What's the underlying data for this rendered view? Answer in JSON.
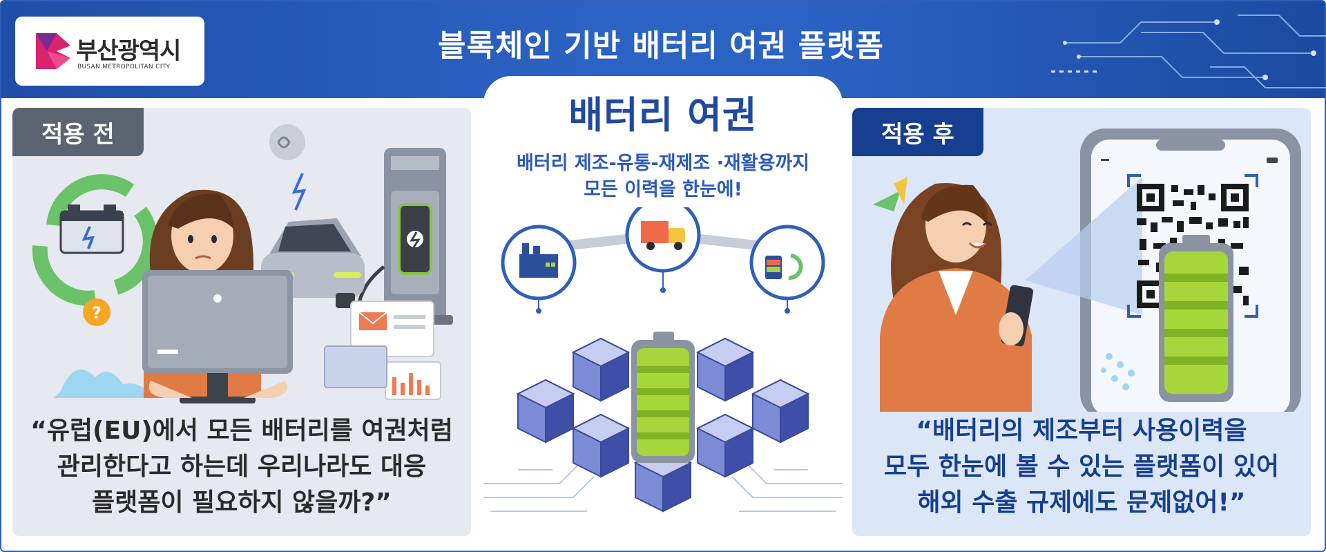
{
  "header": {
    "title": "블록체인 기반 배터리 여권 플랫폼"
  },
  "logo": {
    "name_ko": "부산광역시",
    "name_en": "BUSAN METROPOLITAN CITY",
    "color": "#d8236f"
  },
  "left_panel": {
    "label": "적용 전",
    "quote_lines": [
      "“유럽(EU)에서 모든 배터리를 여권처럼",
      "관리한다고 하는데 우리나라도 대응",
      "플랫폼이 필요하지 않을까?”"
    ]
  },
  "center_panel": {
    "title": "배터리 여권",
    "subtitle_lines": [
      "배터리 제조-유통-재제조 ·재활용까지",
      "모든 이력을 한눈에!"
    ]
  },
  "right_panel": {
    "label": "적용 후",
    "quote_lines": [
      "“배터리의 제조부터 사용이력을",
      "모두 한눈에 볼 수 있는 플랫폼이 있어",
      "해외 수출 규제에도 문제없어!”"
    ]
  },
  "colors": {
    "header_blue": "#2b63c4",
    "dark_navy": "#173f8f",
    "gray_label": "#5b6572",
    "battery_green": "#a6d63a"
  }
}
